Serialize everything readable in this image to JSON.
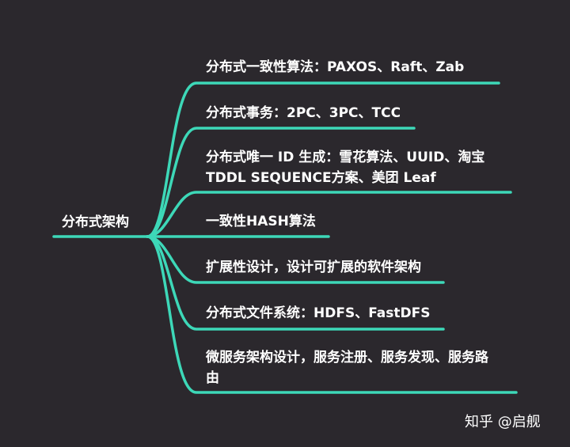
{
  "root": {
    "label": "分布式架构"
  },
  "branches": [
    {
      "label": "分布式一致性算法：PAXOS、Raft、Zab"
    },
    {
      "label": "分布式事务：2PC、3PC、TCC"
    },
    {
      "label": "分布式唯一 ID 生成：雪花算法、UUID、淘宝\nTDDL SEQUENCE方案、美团 Leaf"
    },
    {
      "label": "一致性HASH算法"
    },
    {
      "label": "扩展性设计，设计可扩展的软件架构"
    },
    {
      "label": "分布式文件系统：HDFS、FastDFS"
    },
    {
      "label": "微服务架构设计，服务注册、服务发现、服务路\n由"
    }
  ],
  "watermark": "知乎 @启舰",
  "colors": {
    "background": "#2b282d",
    "link": "#3dd8b8",
    "text": "#ffffff"
  }
}
